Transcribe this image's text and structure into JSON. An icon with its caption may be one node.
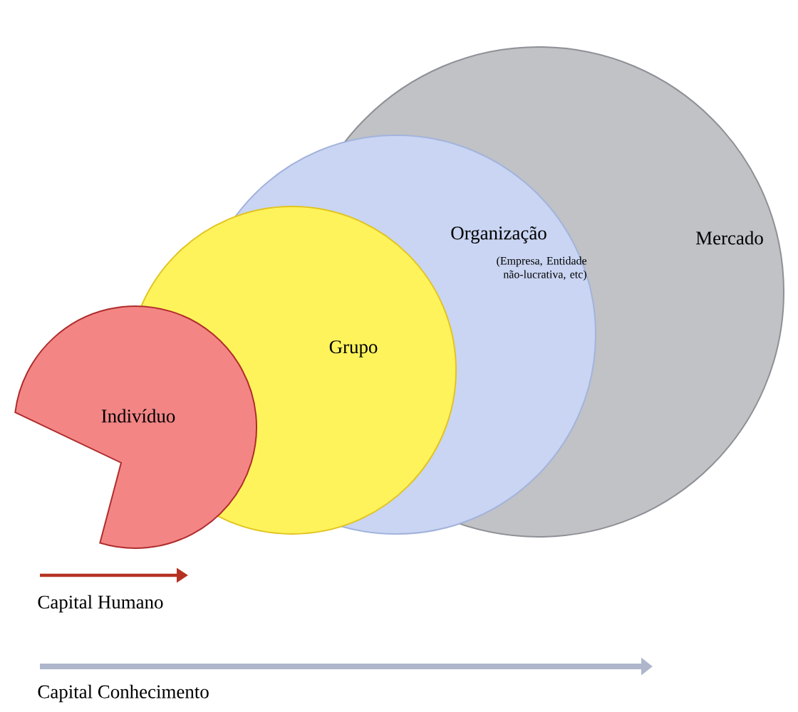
{
  "diagram": {
    "nodes": [
      {
        "text": [
          "Mercado"
        ]
      },
      {
        "text": [
          "Organização",
          "(Empresa, Entidade não-lucrativa, etc)"
        ]
      },
      {
        "text": [
          "Grupo"
        ]
      },
      {
        "text": [
          "Indivíduo"
        ]
      }
    ],
    "labels": [
      "Capital Humano",
      "Capital Conhecimento"
    ]
  }
}
